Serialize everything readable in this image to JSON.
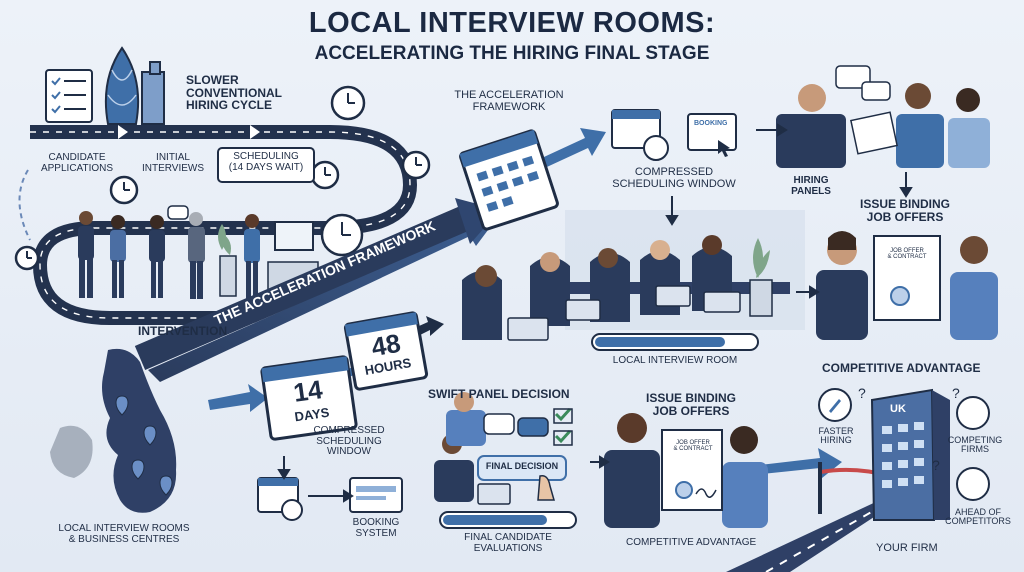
{
  "title": {
    "line1": "LOCAL INTERVIEW ROOMS:",
    "line2": "ACCELERATING THE HIRING FINAL STAGE"
  },
  "slow_cycle": {
    "label_lines": [
      "SLOWER",
      "CONVENTIONAL",
      "HIRING CYCLE"
    ],
    "candidate_apps": [
      "CANDIDATE",
      "APPLICATIONS"
    ],
    "initial_interviews": [
      "INITIAL",
      "INTERVIEWS"
    ],
    "scheduling_wait": [
      "SCHEDULING",
      "(14 DAYS WAIT)"
    ],
    "intervention": "INTERVENTION"
  },
  "framework": {
    "arrow_text": "THE ACCELERATION FRAMEWORK",
    "heading": [
      "THE ACCELERATION",
      "FRAMEWORK"
    ],
    "compressed_window_top": [
      "COMPRESSED",
      "SCHEDULING WINDOW"
    ],
    "booking_button": "BOOKING",
    "local_interview_room": "LOCAL INTERVIEW ROOM"
  },
  "hiring_panels": [
    "HIRING",
    "PANELS"
  ],
  "issue_offers_top": [
    "ISSUE BINDING",
    "JOB OFFERS"
  ],
  "offer_doc": [
    "JOB OFFER",
    "& CONTRACT"
  ],
  "left_bottom": {
    "map_label": [
      "LOCAL INTERVIEW ROOMS",
      "& BUSINESS CENTRES"
    ],
    "cal14": {
      "number": "14",
      "unit": "DAYS"
    },
    "cal48": {
      "number": "48",
      "unit": "HOURS"
    },
    "compressed_window": [
      "COMPRESSED",
      "SCHEDULING",
      "WINDOW"
    ],
    "booking_system": [
      "BOOKING",
      "SYSTEM"
    ]
  },
  "middle_bottom": {
    "swift_panel": "SWIFT PANEL DECISION",
    "final_decision": "FINAL DECISION",
    "final_evaluations": [
      "FINAL CANDIDATE",
      "EVALUATIONS"
    ],
    "issue_offers": [
      "ISSUE BINDING",
      "JOB OFFERS"
    ],
    "competitive_advantage_low": "COMPETITIVE ADVANTAGE"
  },
  "right_bottom": {
    "heading": "COMPETITIVE ADVANTAGE",
    "faster_hiring": [
      "FASTER",
      "HIRING"
    ],
    "competing_firms": [
      "COMPETING",
      "FIRMS"
    ],
    "ahead": [
      "AHEAD OF",
      "COMPETITORS"
    ],
    "building_sign": "UK",
    "your_firm": "YOUR FIRM"
  },
  "colors": {
    "navy": "#1f2d45",
    "blue": "#3f6fa8",
    "light_blue": "#8fb0d8",
    "background": "#e6edf6"
  }
}
